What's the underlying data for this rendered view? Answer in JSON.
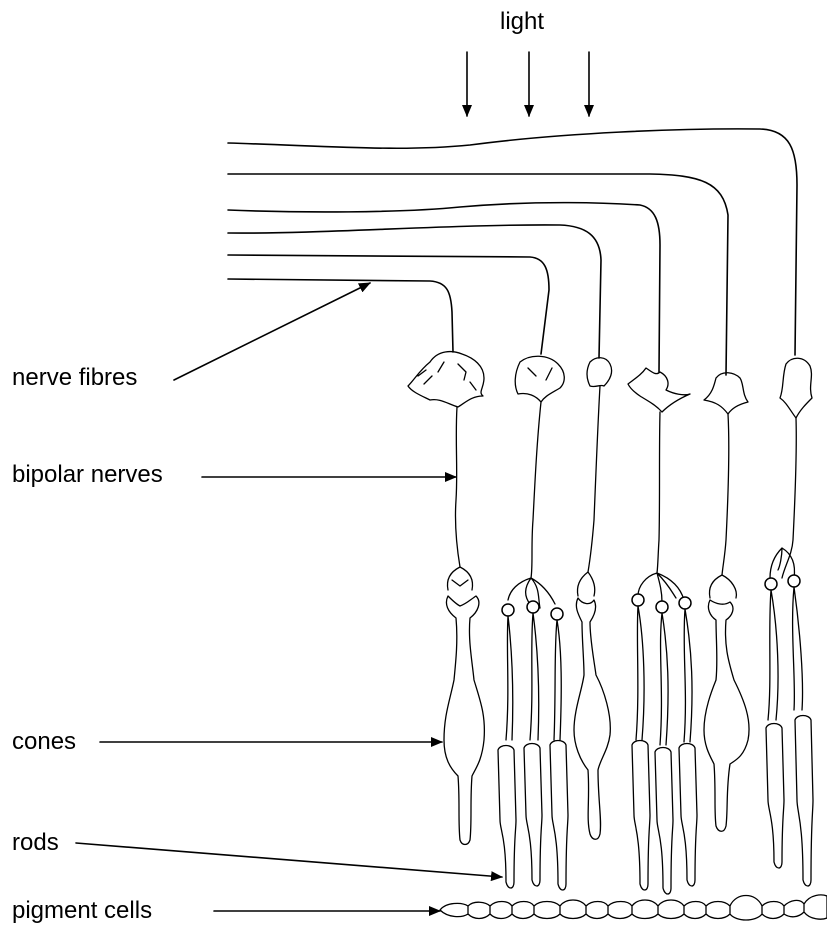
{
  "labels": {
    "light": "light",
    "nerve_fibres": "nerve fibres",
    "bipolar_nerves": "bipolar nerves",
    "cones": "cones",
    "rods": "rods",
    "pigment_cells": "pigment cells"
  },
  "colors": {
    "line": "#000000",
    "background": "#ffffff"
  }
}
